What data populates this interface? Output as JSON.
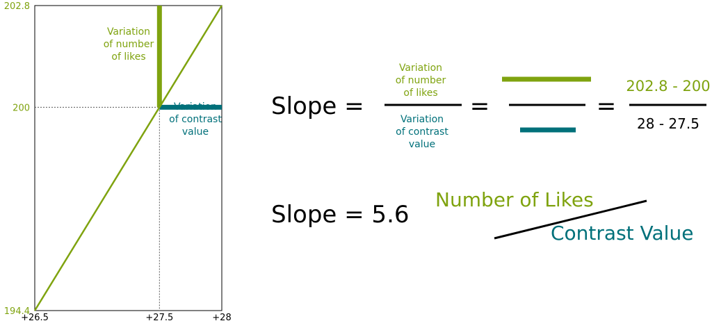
{
  "colors": {
    "green": "#7fa30f",
    "teal": "#00707a",
    "black": "#000000",
    "grid": "#555555"
  },
  "chart_data": {
    "type": "line",
    "x": [
      26.5,
      28
    ],
    "y": [
      194.4,
      202.8
    ],
    "xlim": [
      26.5,
      28
    ],
    "ylim": [
      194.4,
      202.8
    ],
    "x_ticks": [
      "+26.5",
      "+27.5",
      "+28"
    ],
    "y_ticks": [
      "202.8",
      "200",
      "194.4"
    ],
    "reference_point": {
      "x": 27.5,
      "y": 200
    },
    "annotations": {
      "likes_variation": "Variation of number of likes",
      "contrast_variation": "Variation of contrast value"
    },
    "grid": false
  },
  "annotations": {
    "likes_lines": [
      "Variation",
      "of number",
      "of likes"
    ],
    "contrast_lines": [
      "Variation",
      "of contrast",
      "value"
    ]
  },
  "formula": {
    "lhs": "Slope =",
    "equals": "=",
    "numerator_lines": [
      "Variation",
      "of number",
      "of likes"
    ],
    "denominator_lines": [
      "Variation",
      "of contrast",
      "value"
    ],
    "value_numerator": "202.8 - 200",
    "value_denominator": "28 - 27.5",
    "result": "Slope = 5.6",
    "units_numerator": "Number of Likes",
    "units_denominator": "Contrast Value"
  }
}
